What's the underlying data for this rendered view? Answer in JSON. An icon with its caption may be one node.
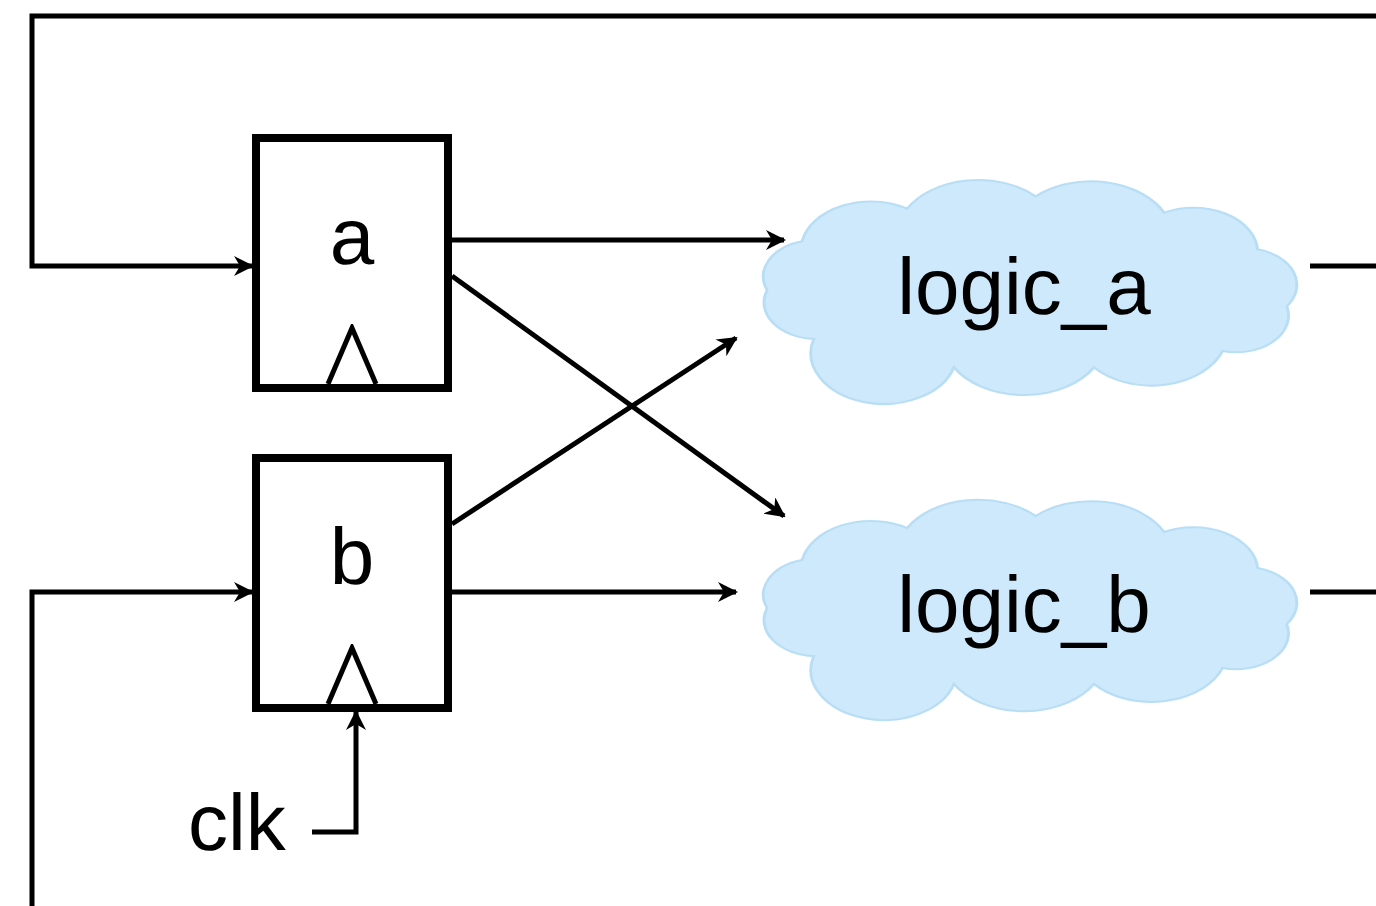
{
  "diagram": {
    "nodes": [
      {
        "text": [
          "a"
        ]
      },
      {
        "text": [
          "b"
        ]
      },
      {
        "text": [
          "logic_a"
        ]
      },
      {
        "text": [
          "logic_b"
        ]
      },
      {
        "text": [
          "clk"
        ]
      }
    ],
    "edges": [
      {
        "from": null,
        "to": 0,
        "arrow": "to"
      },
      {
        "from": 0,
        "to": 2,
        "arrow": "to"
      },
      {
        "from": 0,
        "to": 3,
        "arrow": "to"
      },
      {
        "from": 1,
        "to": 2,
        "arrow": "to"
      },
      {
        "from": 1,
        "to": 3,
        "arrow": "to"
      },
      {
        "from": null,
        "to": 1,
        "arrow": "to"
      },
      {
        "from": 4,
        "to": 1,
        "arrow": "to"
      },
      {
        "from": 2,
        "to": null,
        "arrow": "none"
      },
      {
        "from": 3,
        "to": null,
        "arrow": "none"
      }
    ]
  }
}
